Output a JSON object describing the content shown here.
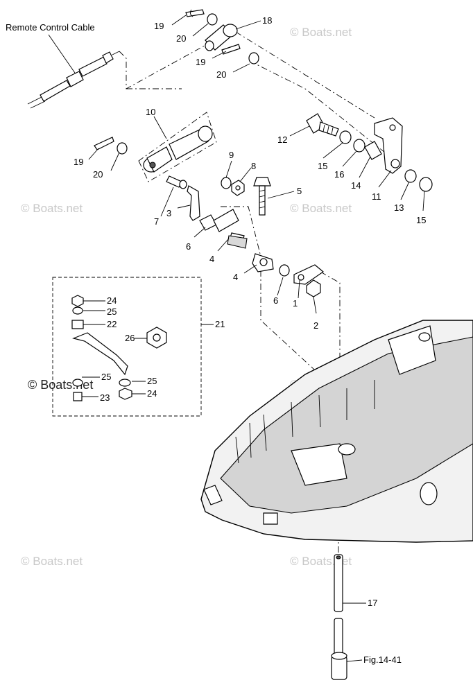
{
  "title": "Remote Control Cable",
  "watermark": "© Boats.net",
  "figure_ref": "Fig.14-41",
  "callouts": {
    "c1": "1",
    "c2": "2",
    "c3": "3",
    "c4a": "4",
    "c4b": "4",
    "c5": "5",
    "c6a": "6",
    "c6b": "6",
    "c7": "7",
    "c8": "8",
    "c9": "9",
    "c10": "10",
    "c11": "11",
    "c12": "12",
    "c13": "13",
    "c14": "14",
    "c15a": "15",
    "c15b": "15",
    "c16": "16",
    "c17": "17",
    "c18": "18",
    "c19a": "19",
    "c19b": "19",
    "c19c": "19",
    "c20a": "20",
    "c20b": "20",
    "c20c": "20",
    "c21": "21",
    "c22": "22",
    "c23": "23",
    "c24a": "24",
    "c24b": "24",
    "c25a": "25",
    "c25b": "25",
    "c25c": "25",
    "c26": "26"
  }
}
